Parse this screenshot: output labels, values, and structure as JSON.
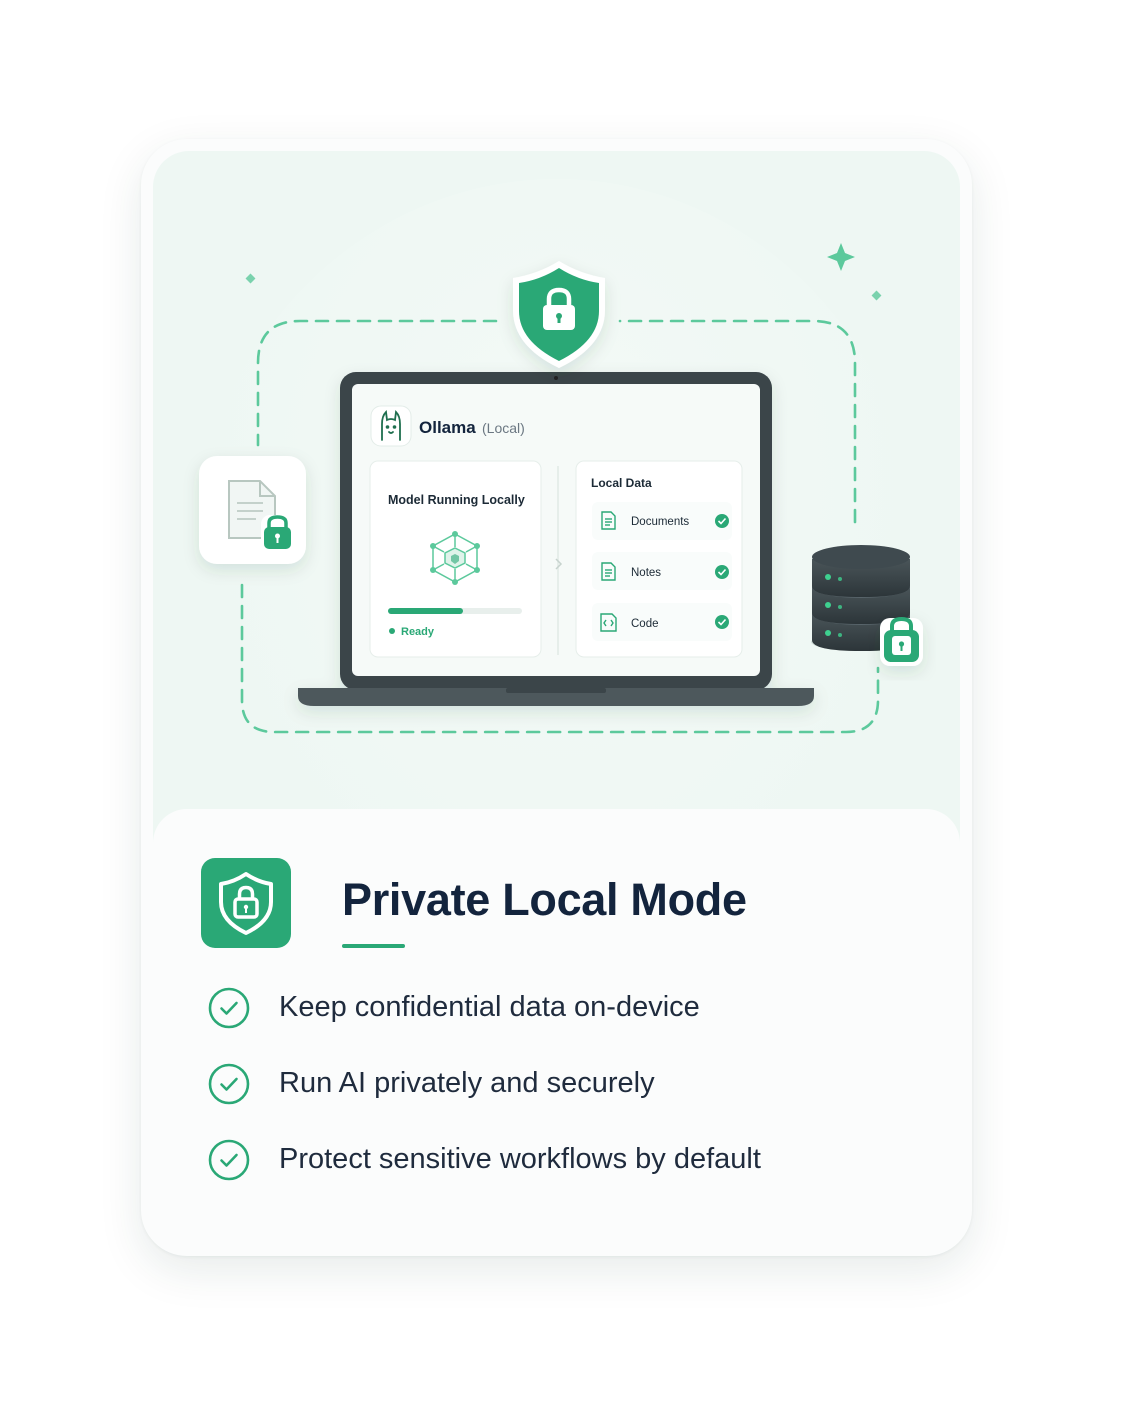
{
  "colors": {
    "accent": "#2aa876",
    "accent_dark": "#1f8c61",
    "hero_bg": "#eef7f3",
    "title": "#13243d",
    "body_text": "#1f2b3d",
    "laptop_frame": "#3a4449"
  },
  "app_window": {
    "app_name": "Ollama",
    "app_tag": "(Local)",
    "model_panel": {
      "title": "Model Running Locally",
      "status": "Ready",
      "progress": 0.56
    },
    "local_data": {
      "title": "Local Data",
      "items": [
        {
          "label": "Documents",
          "icon": "document-icon",
          "status": "check"
        },
        {
          "label": "Notes",
          "icon": "notes-icon",
          "status": "check"
        },
        {
          "label": "Code",
          "icon": "code-file-icon",
          "status": "check"
        }
      ]
    }
  },
  "title": "Private Local Mode",
  "features": [
    "Keep confidential data on-device",
    "Run AI privately and securely",
    "Protect sensitive workflows by default"
  ]
}
